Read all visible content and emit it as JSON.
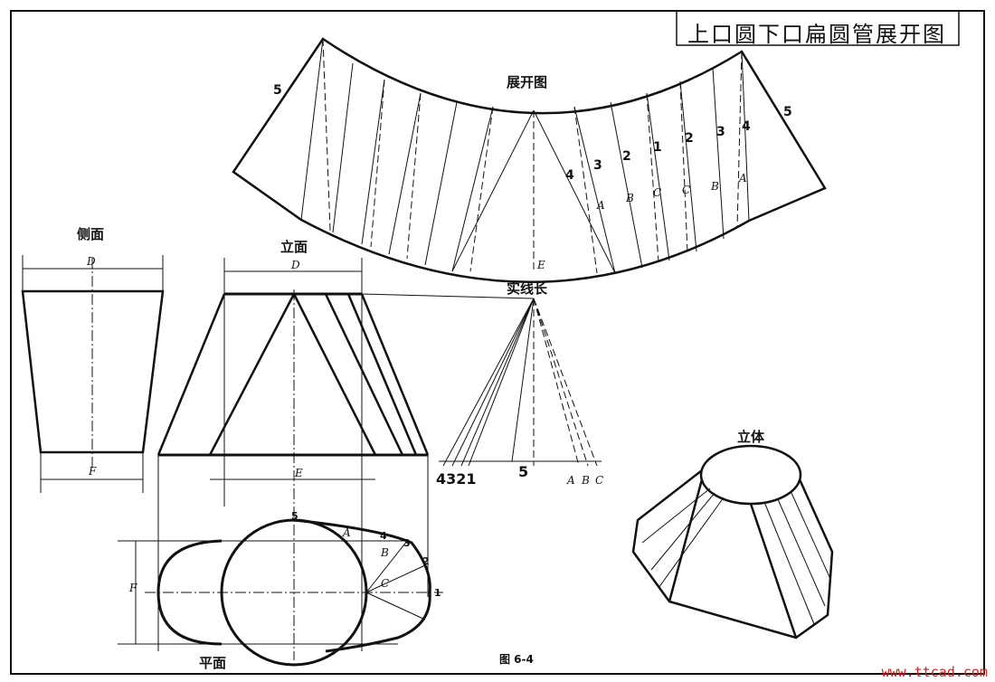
{
  "title": "上口圆下口扁圆管展开图",
  "views": {
    "development": "展开图",
    "side": "侧面",
    "front": "立面",
    "true_length": "实线长",
    "solid": "立体",
    "plan": "平面"
  },
  "figure_caption": "图 6-4",
  "watermark": "www.ttcad.com",
  "dims": {
    "D": "D",
    "F": "F",
    "E": "E"
  },
  "development_labels": {
    "left_edge": "5",
    "right_edge": "5",
    "points": [
      "4",
      "3",
      "2",
      "1",
      "2",
      "3",
      "4"
    ],
    "letters": [
      "A",
      "B",
      "C",
      "C",
      "B",
      "A"
    ],
    "center": "E"
  },
  "true_length_labels": {
    "left": "4321",
    "center": "5",
    "right": [
      "A",
      "B",
      "C"
    ]
  },
  "plan_labels": {
    "points": [
      "5",
      "4",
      "3",
      "2",
      "1"
    ],
    "letters": [
      "A",
      "B",
      "C"
    ]
  },
  "colors": {
    "line": "#111111",
    "watermark": "#d02020"
  }
}
